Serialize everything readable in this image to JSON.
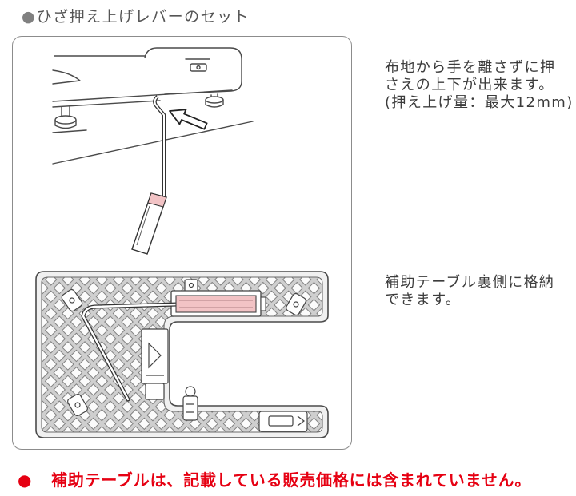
{
  "heading": {
    "bullet": "●",
    "text": "ひざ押え上げレバーのセット"
  },
  "descriptions": [
    {
      "lines": [
        "布地から手を離さずに押",
        "さえの上下が出来ます。",
        "(押え上げ量：最大12mm)"
      ]
    },
    {
      "lines": [
        "補助テーブル裏側に格納",
        "できます。"
      ]
    }
  ],
  "note": {
    "bullet": "●",
    "text": "補助テーブルは、記載している販売価格には含まれていません。"
  },
  "colors": {
    "heading_text": "#555555",
    "heading_bullet": "#808080",
    "body_text": "#3c3c3c",
    "note_text": "#e60012",
    "note_bullet": "#e60012",
    "lever_highlight": "#f2c3c5"
  }
}
